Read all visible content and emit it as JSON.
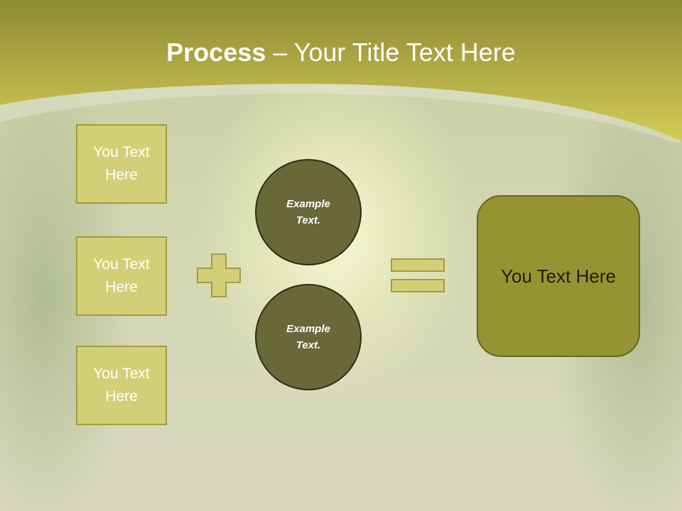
{
  "title": {
    "bold": "Process",
    "rest": " – Your Title Text Here"
  },
  "left_boxes": [
    "You Text Here",
    "You Text Here",
    "You Text Here"
  ],
  "circles": [
    "Example Text.",
    "Example Text."
  ],
  "operators": {
    "plus": "plus-icon",
    "equals": "equals-icon"
  },
  "result": "You Text Here",
  "colors": {
    "header_band": "#c9c64e",
    "box_fill": "#d3cf78",
    "box_border": "#a29c3c",
    "circle_fill": "#686839",
    "result_fill": "#969432"
  }
}
